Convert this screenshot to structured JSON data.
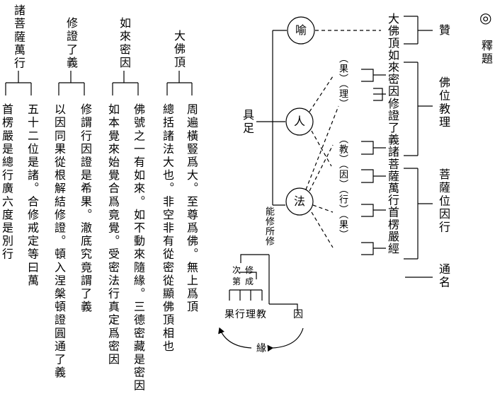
{
  "header": {
    "symbol": "◎",
    "title": "釋題"
  },
  "right": {
    "zan": "贊",
    "buddha_teaching": "佛位教理",
    "bodhisattva_practice": "菩薩位因行",
    "common_name": "通名"
  },
  "title_cols": {
    "col1": "大佛頂如來密因修證了義諸菩薩萬行首楞嚴經",
    "col2a": "（果）（理）",
    "col2b": "（教）（因）（行）（果）"
  },
  "circles": {
    "yu": "喻",
    "ren": "人",
    "fa": "法"
  },
  "juzu": "具足",
  "diagram": {
    "nengxiu": "能修所修",
    "ci": "次",
    "di": "第",
    "xiu": "修",
    "cheng": "成",
    "guo": "果",
    "xing": "行",
    "li": "理",
    "jiao": "教",
    "yin": "因",
    "yuan": "緣"
  },
  "left": {
    "h1": "大佛頂",
    "h2": "如來密因",
    "h3": "修證了義",
    "h4": "諸菩薩萬行",
    "c1": "周遍橫豎爲大。至尊爲佛。無上爲頂",
    "c2": "總括諸法大也。非空非有從密從顯佛頂相也",
    "c3": "佛號之一有如來。如不動來隨緣。三德密藏是密因",
    "c4": "如本覺來始覺合爲竟覺。受密法行真定爲密因",
    "c5": "修謂行因證是希果。澈底究竟謂了義",
    "c6": "以因同果從根解結修證。頓入涅槃頓證圓通了義",
    "c7": "五十二位是諸。合修戒定等曰萬",
    "c8": "首楞嚴是總行廣六度是別行"
  }
}
